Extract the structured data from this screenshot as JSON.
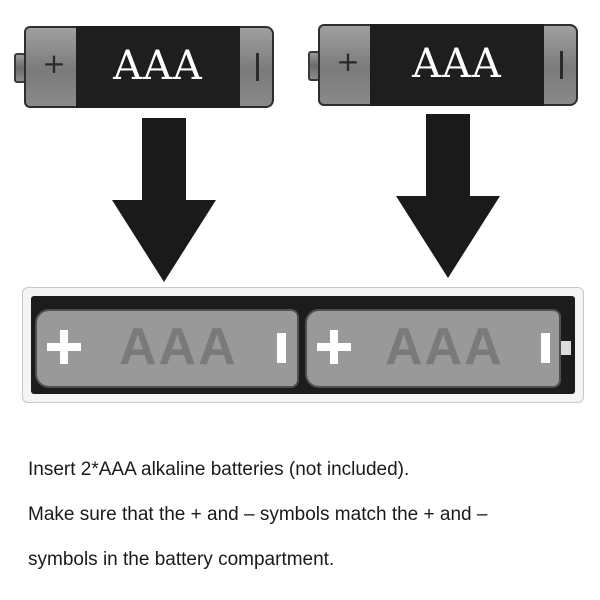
{
  "batteries_loose": [
    {
      "label": "AAA",
      "plus_symbol": "+"
    },
    {
      "label": "AAA",
      "plus_symbol": "+"
    }
  ],
  "compartment": {
    "slots": [
      {
        "label": "AAA"
      },
      {
        "label": "AAA"
      }
    ]
  },
  "instructions": {
    "line1": "Insert 2*AAA alkaline batteries (not included).",
    "line2": "Make sure that the + and – symbols match the + and –",
    "line3": "symbols in the battery compartment."
  },
  "colors": {
    "battery_body": "#1e1e1e",
    "battery_cap": "#8a8a8a",
    "compartment_bg": "#1c1c1c",
    "slot_battery": "#999999",
    "arrow": "#1a1a1a"
  },
  "icons": [
    "battery-icon",
    "down-arrow-icon",
    "plus-icon",
    "minus-icon"
  ]
}
